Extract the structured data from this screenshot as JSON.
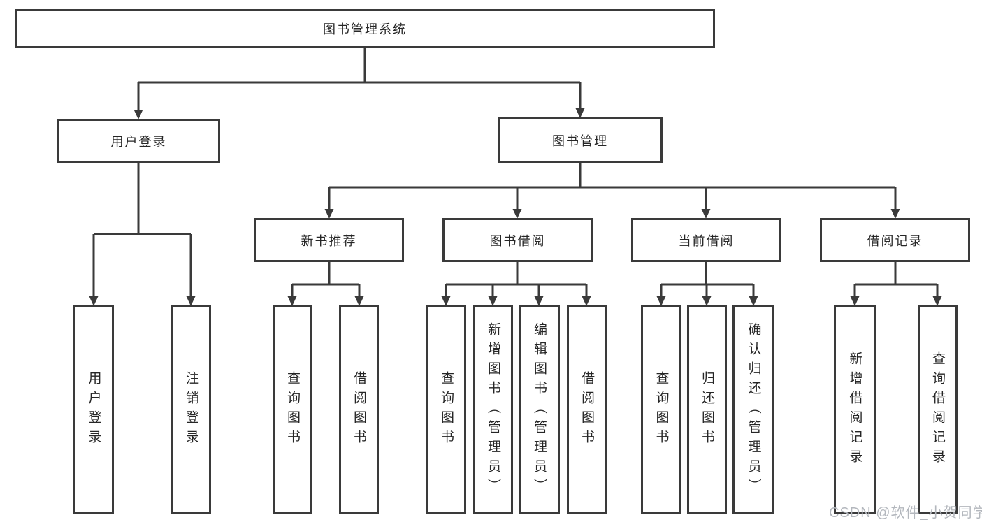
{
  "diagram": {
    "type": "hierarchy",
    "tree": {
      "root": {
        "label": "图书管理系统",
        "children": [
          {
            "label": "用户登录",
            "children": [
              {
                "label": "用户登录"
              },
              {
                "label": "注销登录"
              }
            ]
          },
          {
            "label": "图书管理",
            "children": [
              {
                "label": "新书推荐",
                "children": [
                  {
                    "label": "查询图书"
                  },
                  {
                    "label": "借阅图书"
                  }
                ]
              },
              {
                "label": "图书借阅",
                "children": [
                  {
                    "label": "查询图书"
                  },
                  {
                    "label": "新增图书（管理员）"
                  },
                  {
                    "label": "编辑图书（管理员）"
                  },
                  {
                    "label": "借阅图书"
                  }
                ]
              },
              {
                "label": "当前借阅",
                "children": [
                  {
                    "label": "查询图书"
                  },
                  {
                    "label": "归还图书"
                  },
                  {
                    "label": "确认归还（管理员）"
                  }
                ]
              },
              {
                "label": "借阅记录",
                "children": [
                  {
                    "label": "新增借阅记录"
                  },
                  {
                    "label": "查询借阅记录"
                  }
                ]
              }
            ]
          }
        ]
      }
    },
    "colors": {
      "line": "#3a3a3a",
      "box_border": "#3a3a3a",
      "box_fill": "#ffffff",
      "text": "#262626",
      "watermark_text": "#b3b7bd",
      "background": "#ffffff"
    }
  },
  "watermark": {
    "text": "CSDN @软件_小贺同学"
  }
}
